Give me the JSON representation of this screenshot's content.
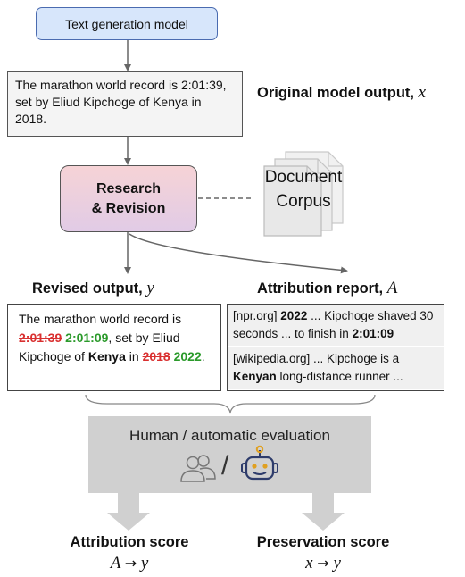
{
  "model": {
    "label": "Text generation model"
  },
  "original": {
    "text": "The marathon world record is 2:01:39, set by Eliud Kipchoge of Kenya in 2018.",
    "label": "Original model output,",
    "var": "x"
  },
  "research": {
    "line1": "Research",
    "line2": "& Revision"
  },
  "corpus": {
    "line1": "Document",
    "line2": "Corpus"
  },
  "revised": {
    "label": "Revised output,",
    "var": "y",
    "t1": "The marathon world record is ",
    "old_time": "2:01:39",
    "new_time": "2:01:09",
    "t2": ", set by Eliud Kipchoge of ",
    "country": "Kenya",
    "t3": " in ",
    "old_year": "2018",
    "new_year": "2022",
    "t4": "."
  },
  "attribution": {
    "label": "Attribution report,",
    "var": "A",
    "item1": {
      "source": "[npr.org] ",
      "year": "2022",
      "mid": " ... Kipchoge shaved 30 seconds ... to finish in ",
      "time": "2:01:09"
    },
    "item2": {
      "source": "[wikipedia.org] ... Kipchoge is a ",
      "bold": "Kenyan",
      "rest": " long-distance runner ..."
    }
  },
  "evaluation": {
    "label": "Human / automatic evaluation",
    "slash": "/",
    "icons": [
      "people-icon",
      "robot-icon"
    ]
  },
  "scores": [
    {
      "label": "Attribution score",
      "from": "A",
      "arrow": "→",
      "to": "y"
    },
    {
      "label": "Preservation score",
      "from": "x",
      "arrow": "→",
      "to": "y"
    }
  ],
  "colors": {
    "strike": "#d93030",
    "green": "#2b9a2b",
    "model_fill": "#d7e6fb",
    "eval_fill": "#d0d0d0"
  }
}
